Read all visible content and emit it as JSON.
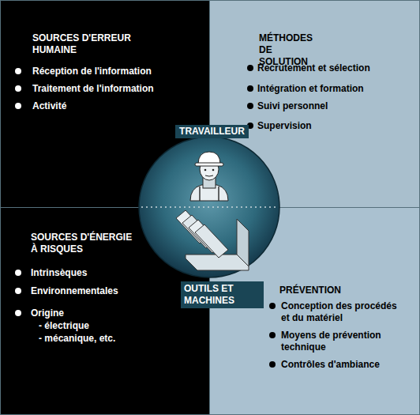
{
  "diagram": {
    "nodes": [
      {
        "text": [
          "SOURCES D'ERREUR HUMAINE",
          "Réception de l'information",
          "Traitement de l'information",
          "Activité"
        ]
      },
      {
        "text": [
          "MÉTHODES DE SOLUTION",
          "Recrutement et sélection",
          "Intégration et formation",
          "Suivi personnel",
          "Supervision"
        ]
      },
      {
        "text": [
          "TRAVAILLEUR",
          "OUTILS ET MACHINES"
        ]
      },
      {
        "text": [
          "SOURCES D'ÉNERGIE À RISQUES",
          "Intrinsèques",
          "Environnementales",
          "Origine",
          "- électrique",
          "- mécanique, etc."
        ]
      },
      {
        "text": [
          "PRÉVENTION",
          "Conception des procédés et du matériel",
          "Moyens de prévention technique",
          "Contrôles d'ambiance"
        ]
      }
    ]
  }
}
